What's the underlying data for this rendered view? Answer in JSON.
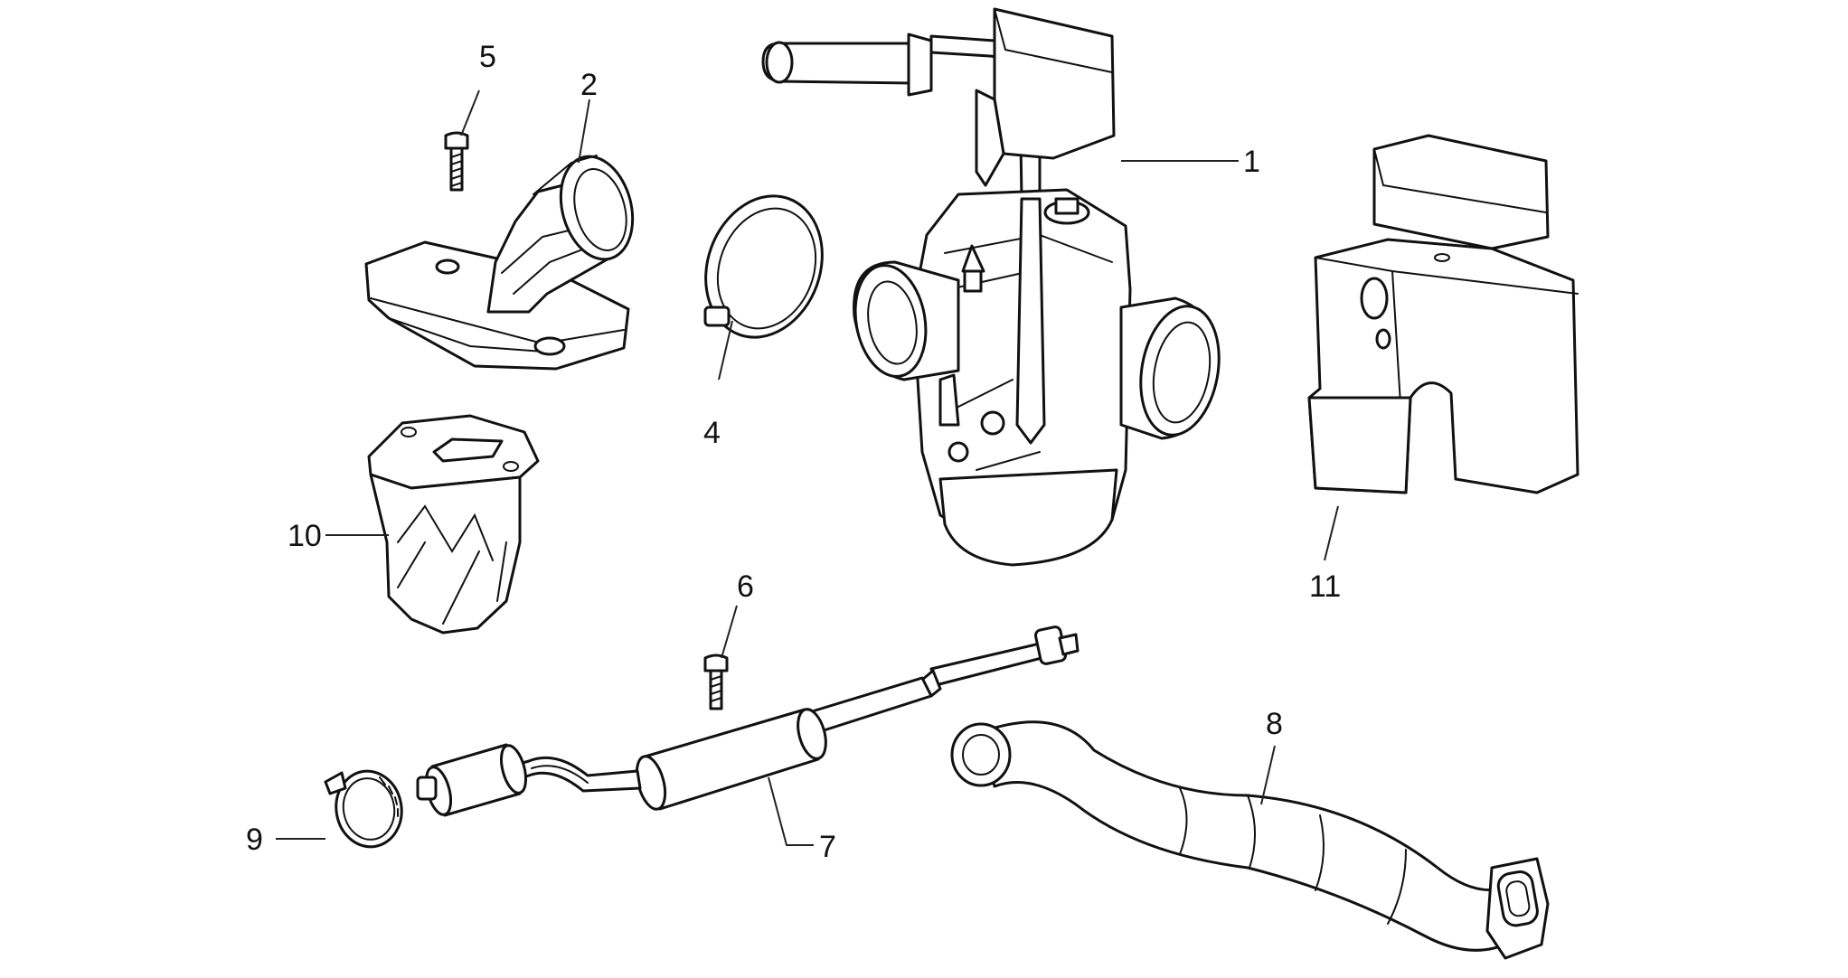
{
  "colors": {
    "ink": "#111111",
    "background": "#ffffff"
  },
  "parts": [
    {
      "id": "carburetor",
      "number": "1"
    },
    {
      "id": "intake-manifold",
      "number": "2"
    },
    {
      "id": "hose-clamp",
      "number": "4"
    },
    {
      "id": "manifold-screw",
      "number": "5"
    },
    {
      "id": "tube-screw",
      "number": "6"
    },
    {
      "id": "pipe-assembly",
      "number": "7"
    },
    {
      "id": "intake-hose",
      "number": "8"
    },
    {
      "id": "small-clamp",
      "number": "9"
    },
    {
      "id": "reed-valve",
      "number": "10"
    },
    {
      "id": "carburetor-cover",
      "number": "11"
    }
  ]
}
